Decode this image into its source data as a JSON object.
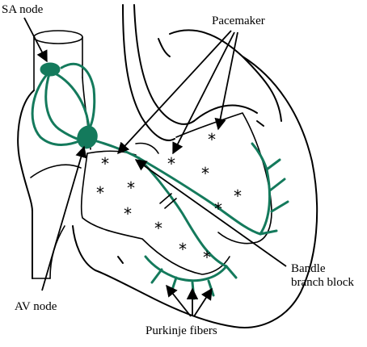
{
  "labels": {
    "sa_node": "SA node",
    "pacemaker": "Pacemaker",
    "bandle_line1": "Bandle",
    "bandle_line2": "branch block",
    "av_node": "AV node",
    "purkinje": "Purkinje fibers"
  },
  "colors": {
    "conduction": "#147a5c",
    "outline": "#000000"
  },
  "ectopic_marker": "*"
}
